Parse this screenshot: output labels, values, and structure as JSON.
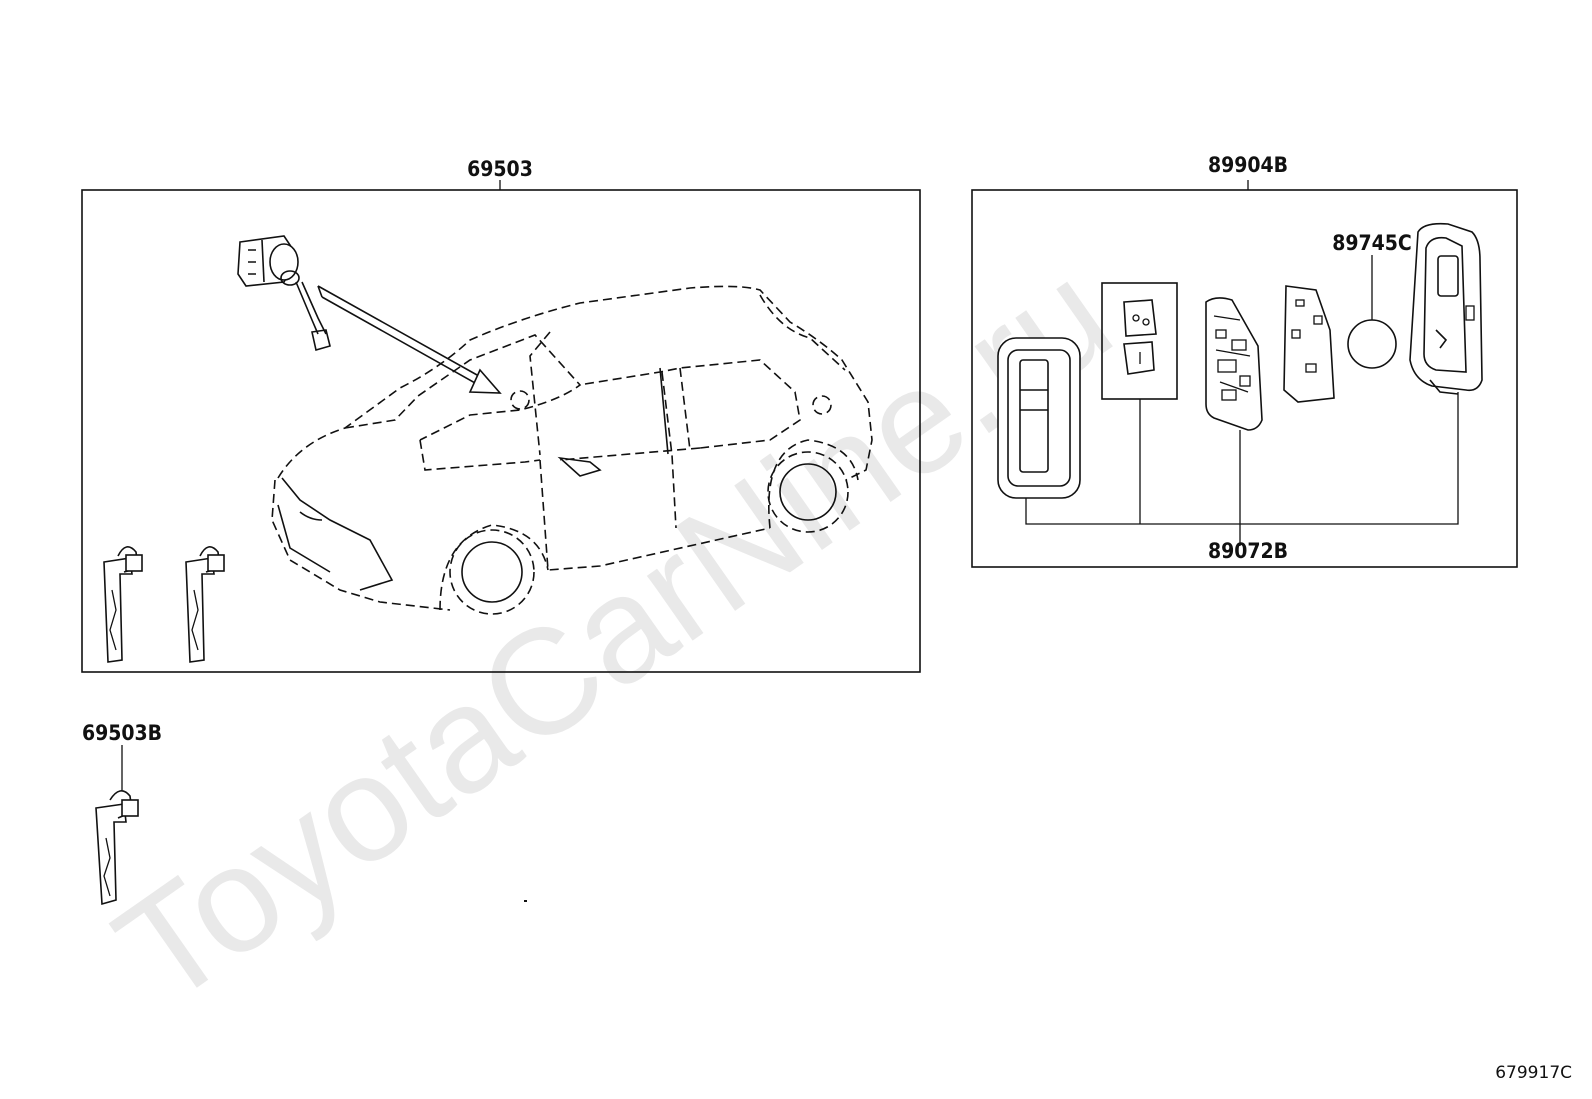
{
  "watermark": "ToyotaCarNine.ru",
  "labels": {
    "key_set": "69503",
    "key_blank": "69503B",
    "transmitter": "89904B",
    "battery": "89745C",
    "case_parts": "89072B"
  },
  "figure_number": "679917C"
}
